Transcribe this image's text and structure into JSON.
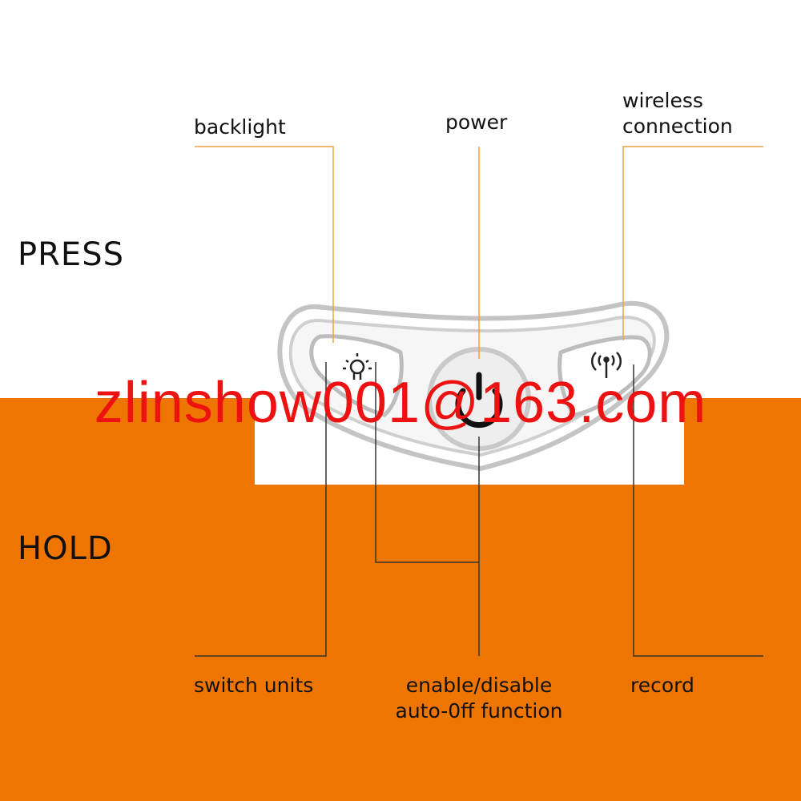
{
  "sections": {
    "press": "PRESS",
    "hold": "HOLD"
  },
  "press_labels": {
    "backlight": "backlight",
    "power": "power",
    "wireless_line1": "wireless",
    "wireless_line2": "connection"
  },
  "hold_labels": {
    "switch_units": "switch units",
    "enable_line1": "enable/disable",
    "enable_line2": "auto-0ff function",
    "record": "record"
  },
  "watermark": "zlinshow001@163.com",
  "icons": {
    "left_button": "backlight-bulb-icon",
    "center_button": "power-icon",
    "right_button": "wireless-antenna-icon"
  },
  "colors": {
    "hold_background": "#ee7600",
    "leader_line_press": "#f0a040",
    "leader_line_hold": "#333333",
    "watermark": "#ee1111"
  }
}
